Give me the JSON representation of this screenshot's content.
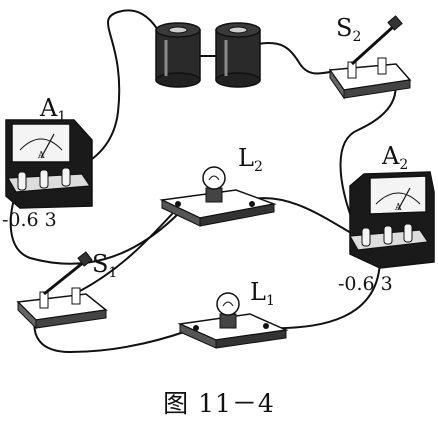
{
  "labels": {
    "ammeter_1": "A",
    "ammeter_1_sub": "1",
    "ammeter_2": "A",
    "ammeter_2_sub": "2",
    "lamp_1": "L",
    "lamp_1_sub": "1",
    "lamp_2": "L",
    "lamp_2_sub": "2",
    "switch_1": "S",
    "switch_1_sub": "1",
    "switch_2": "S",
    "switch_2_sub": "2",
    "meter_face_letter": "A",
    "terminal_labels": "-0.6 3"
  },
  "caption": "图 11－4",
  "colors": {
    "ink": "#111111",
    "paper": "#ffffff",
    "gray": "#8a8a8a"
  }
}
